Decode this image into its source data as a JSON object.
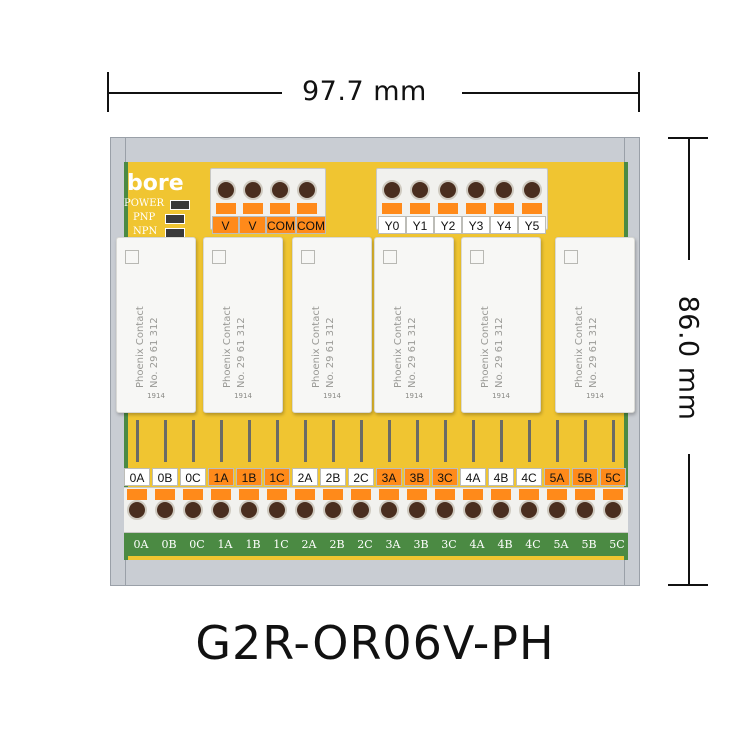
{
  "dimensions": {
    "width_label": "97.7 mm",
    "height_label": "86.0 mm"
  },
  "board": {
    "brand": "bore",
    "indicators": [
      "POWER",
      "PNP",
      "NPN"
    ],
    "top_power_terminals": [
      "V",
      "V",
      "COM",
      "COM"
    ],
    "top_input_terminals": [
      "Y0",
      "Y1",
      "Y2",
      "Y3",
      "Y4",
      "Y5"
    ],
    "relay": {
      "brand": "Phoenix Contact",
      "part": "No. 29 61 312",
      "date": "1914"
    },
    "output_terminals": [
      "0A",
      "0B",
      "0C",
      "1A",
      "1B",
      "1C",
      "2A",
      "2B",
      "2C",
      "3A",
      "3B",
      "3C",
      "4A",
      "4B",
      "4C",
      "5A",
      "5B",
      "5C"
    ],
    "output_colors": [
      "white",
      "white",
      "white",
      "orange",
      "orange",
      "orange",
      "white",
      "white",
      "white",
      "orange",
      "orange",
      "orange",
      "white",
      "white",
      "white",
      "orange",
      "orange",
      "orange"
    ],
    "silkscreen_labels": [
      "0A",
      "0B",
      "0C",
      "1A",
      "1B",
      "1C",
      "2A",
      "2B",
      "2C",
      "3A",
      "3B",
      "3C",
      "4A",
      "4B",
      "4C",
      "5A",
      "5B",
      "5C"
    ]
  },
  "product": {
    "model": "G2R-OR06V-PH"
  },
  "colors": {
    "pcb_yellow": "#f0c531",
    "pcb_green": "#4b8a43",
    "terminal_orange": "#ff8a1a"
  }
}
